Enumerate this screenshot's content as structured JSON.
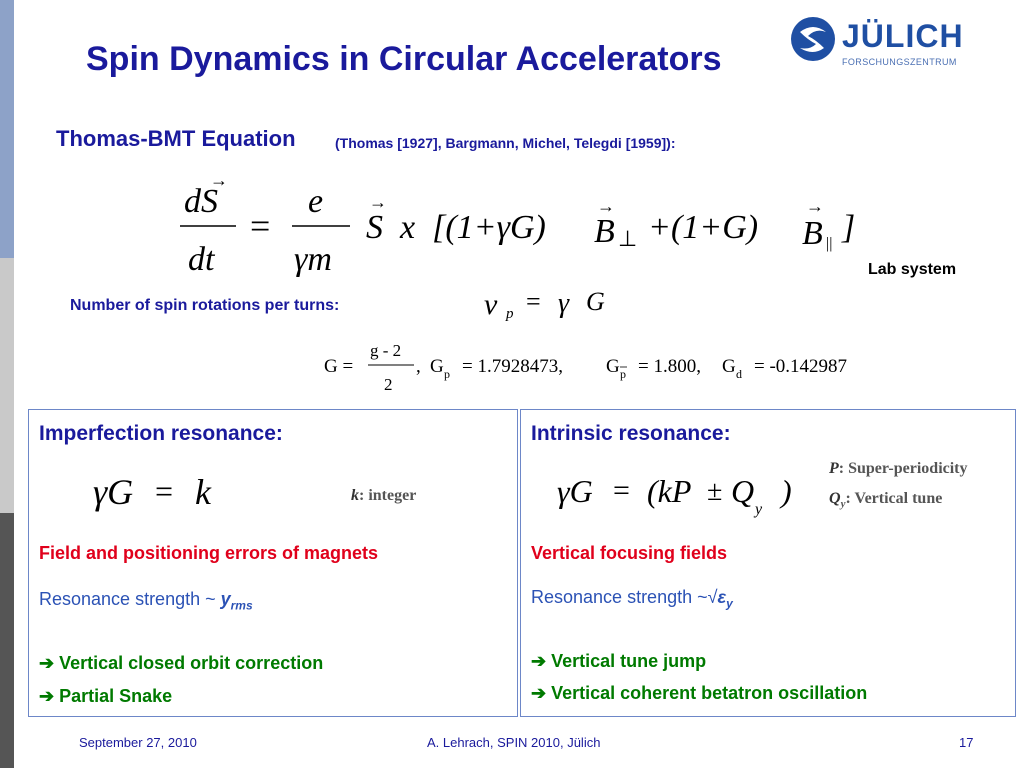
{
  "slide": {
    "title": "Spin Dynamics in Circular Accelerators",
    "colors": {
      "title": "#1a1a9c",
      "red": "#e0001b",
      "green": "#007a00",
      "blue_text": "#2b52b5",
      "box_border": "#6d87c8"
    }
  },
  "logo": {
    "name": "JÜLICH",
    "subtitle": "FORSCHUNGSZENTRUM",
    "icon": "juelich-swirl-logo"
  },
  "thomas_bmt": {
    "heading": "Thomas-BMT Equation",
    "citation": "(Thomas [1927], Bargmann, Michel, Telegdi [1959]):",
    "equation": {
      "lhs_num": "dS",
      "lhs_den": "dt",
      "eq": "=",
      "mid_num": "e",
      "mid_den": "γm",
      "rhs": "S  x  [(1+γG)B⊥ +(1+G)B||]",
      "b_perp_sub": "⊥",
      "b_par_sub": "||"
    },
    "frame": "Lab system"
  },
  "spin_rotations": {
    "label": "Number of spin rotations per turns:",
    "equation": "ν_p = γ G",
    "nu": "ν",
    "p": "p",
    "eq": "=",
    "gamma": "γ",
    "G": "G"
  },
  "g_factors": {
    "G_def_lhs": "G =",
    "G_def_num": "g - 2",
    "G_def_den": "2",
    "proton": "G_p = 1.7928473,",
    "antiproton": "G_p̄ = 1.800,",
    "deuteron": "G_d = -0.142987",
    "p_sub": "p",
    "d_sub": "d",
    "proton_value": "= 1.7928473,",
    "antiproton_value": "= 1.800,",
    "deuteron_value": "= -0.142987",
    "G": "G"
  },
  "imperfection": {
    "heading": "Imperfection resonance:",
    "equation": "γG = k",
    "k_def_var": "k",
    "k_def_text": ": integer",
    "cause": "Field and positioning errors of magnets",
    "strength_label": "Resonance strength ~ ",
    "strength_var": "y",
    "strength_sub": "rms",
    "remedy_1": "Vertical  closed orbit correction",
    "remedy_2": "Partial Snake",
    "arrow": "➔"
  },
  "intrinsic": {
    "heading": "Intrinsic resonance:",
    "equation": "γG = (kP ± Q_y)",
    "P_def_var": "P",
    "P_def_text": ": Super-periodicity",
    "Q_def_var": "Q",
    "Q_def_sub": "y",
    "Q_def_text": ": Vertical tune",
    "cause": "Vertical focusing fields",
    "strength_label": "Resonance strength ~√",
    "strength_var": "ε",
    "strength_sub": "y",
    "remedy_1": "Vertical tune jump",
    "remedy_2": "Vertical coherent betatron oscillation",
    "arrow": "➔"
  },
  "footer": {
    "date": "September 27, 2010",
    "author": "A. Lehrach, SPIN 2010, Jülich",
    "page": "17"
  }
}
